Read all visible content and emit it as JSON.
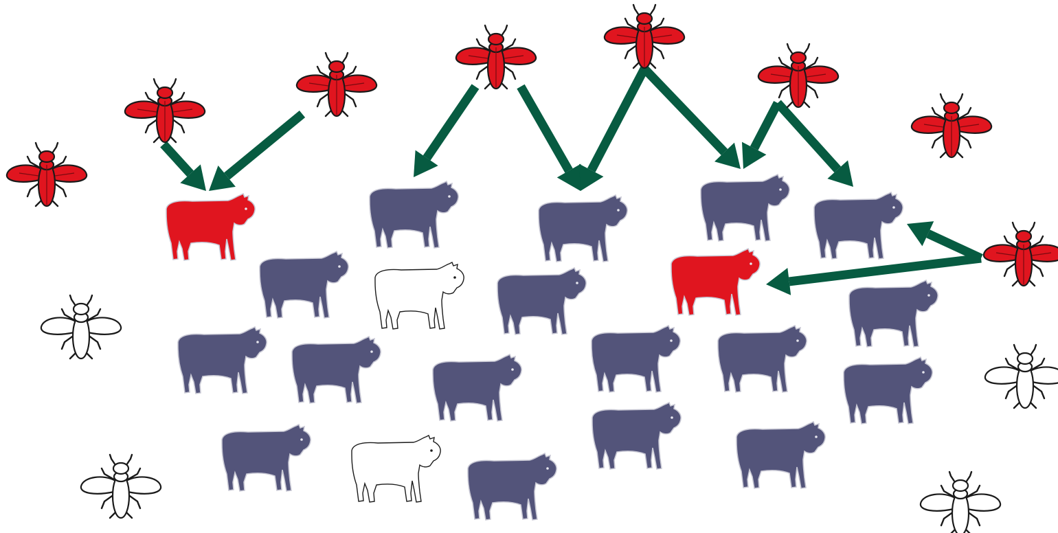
{
  "colors": {
    "infected": "#e0151f",
    "susceptible": "#53547a",
    "resistant": "#ffffff",
    "arrow": "#075b41",
    "outline": "#1a1a1a"
  },
  "icons": {
    "cow": "cow-icon",
    "fly": "fly-icon"
  },
  "flies": [
    {
      "id": "fly-1",
      "state": "infected"
    },
    {
      "id": "fly-2",
      "state": "infected"
    },
    {
      "id": "fly-3",
      "state": "infected"
    },
    {
      "id": "fly-4",
      "state": "infected"
    },
    {
      "id": "fly-5",
      "state": "infected"
    },
    {
      "id": "fly-6",
      "state": "infected"
    },
    {
      "id": "fly-7",
      "state": "infected"
    },
    {
      "id": "fly-8",
      "state": "infected"
    },
    {
      "id": "fly-9",
      "state": "uninfected"
    },
    {
      "id": "fly-10",
      "state": "uninfected"
    },
    {
      "id": "fly-11",
      "state": "uninfected"
    },
    {
      "id": "fly-12",
      "state": "uninfected"
    }
  ],
  "cows": [
    {
      "id": "cow-1",
      "state": "infected"
    },
    {
      "id": "cow-2",
      "state": "susceptible"
    },
    {
      "id": "cow-3",
      "state": "susceptible"
    },
    {
      "id": "cow-4",
      "state": "susceptible"
    },
    {
      "id": "cow-5",
      "state": "susceptible"
    },
    {
      "id": "cow-6",
      "state": "susceptible"
    },
    {
      "id": "cow-7",
      "state": "unaffected"
    },
    {
      "id": "cow-8",
      "state": "susceptible"
    },
    {
      "id": "cow-9",
      "state": "infected"
    },
    {
      "id": "cow-10",
      "state": "susceptible"
    },
    {
      "id": "cow-11",
      "state": "susceptible"
    },
    {
      "id": "cow-12",
      "state": "susceptible"
    },
    {
      "id": "cow-13",
      "state": "susceptible"
    },
    {
      "id": "cow-14",
      "state": "susceptible"
    },
    {
      "id": "cow-15",
      "state": "susceptible"
    },
    {
      "id": "cow-16",
      "state": "susceptible"
    },
    {
      "id": "cow-17",
      "state": "susceptible"
    },
    {
      "id": "cow-18",
      "state": "unaffected"
    },
    {
      "id": "cow-19",
      "state": "susceptible"
    },
    {
      "id": "cow-20",
      "state": "susceptible"
    },
    {
      "id": "cow-21",
      "state": "susceptible"
    }
  ],
  "transmissions": [
    {
      "from": "fly-2",
      "to": "cow-1"
    },
    {
      "from": "fly-3",
      "to": "cow-1"
    },
    {
      "from": "fly-4",
      "to": "cow-2"
    },
    {
      "from": "fly-4",
      "to": "cow-3"
    },
    {
      "from": "fly-5",
      "to": "cow-3"
    },
    {
      "from": "fly-5",
      "to": "cow-4"
    },
    {
      "from": "fly-6",
      "to": "cow-4"
    },
    {
      "from": "fly-6",
      "to": "cow-5"
    },
    {
      "from": "fly-8",
      "to": "cow-5"
    },
    {
      "from": "fly-8",
      "to": "cow-9"
    }
  ]
}
